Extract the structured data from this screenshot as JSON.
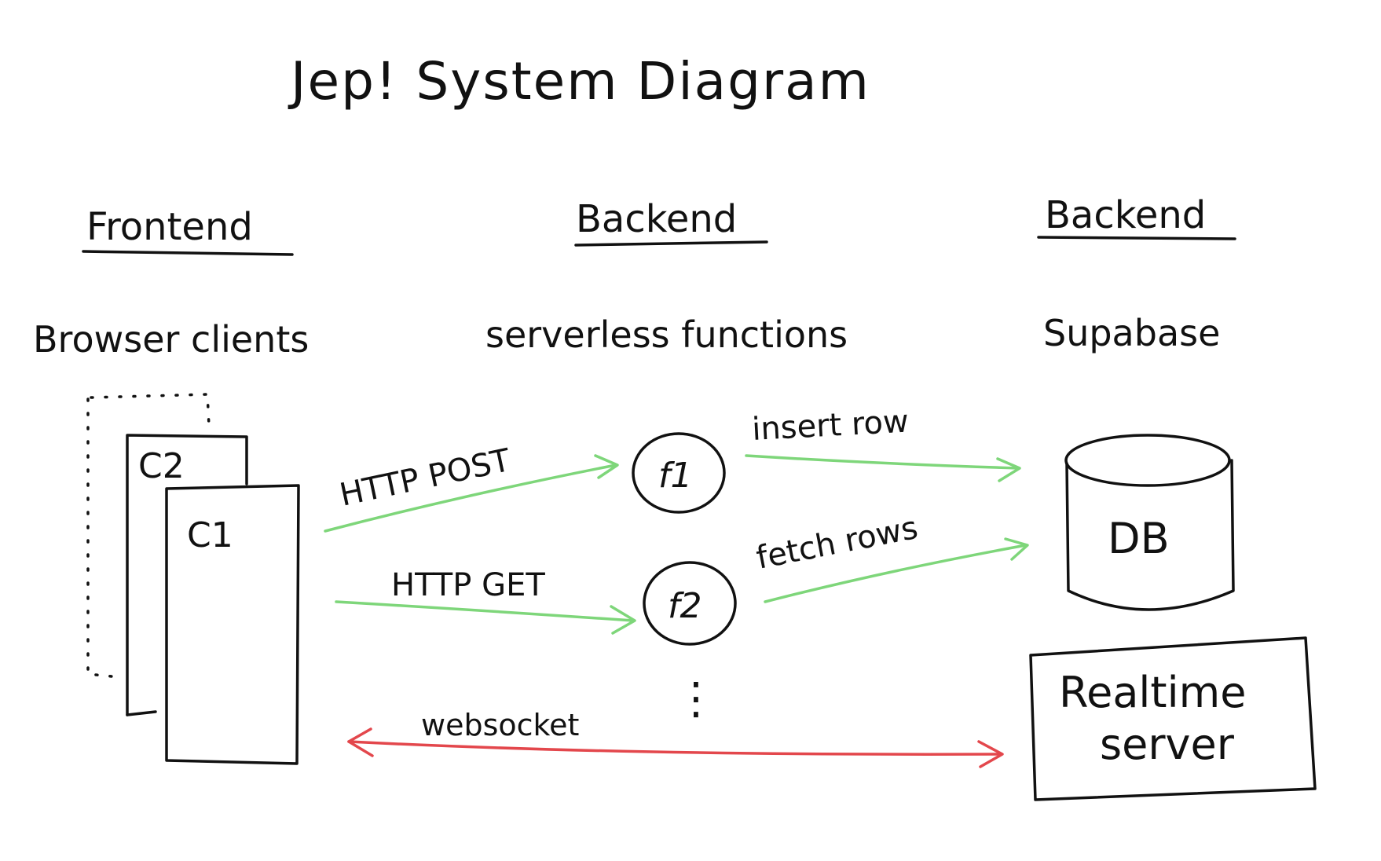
{
  "title": "Jep! System Diagram",
  "columns": [
    {
      "heading": "Frontend",
      "subtitle": "Browser clients"
    },
    {
      "heading": "Backend",
      "subtitle": "serverless functions"
    },
    {
      "heading": "Backend",
      "subtitle": "Supabase"
    }
  ],
  "clients": {
    "c2": "C2",
    "c1": "C1"
  },
  "functions": {
    "f1": "f1",
    "f2": "f2",
    "more": "⋮"
  },
  "arrows": {
    "http_post": "HTTP POST",
    "http_get": "HTTP GET",
    "insert_row": "insert row",
    "fetch_rows": "fetch rows",
    "websocket": "websocket"
  },
  "db_label": "DB",
  "realtime": {
    "line1": "Realtime",
    "line2": "server"
  },
  "colors": {
    "ink": "#111111",
    "green": "#7ed67a",
    "red": "#e3474c"
  }
}
